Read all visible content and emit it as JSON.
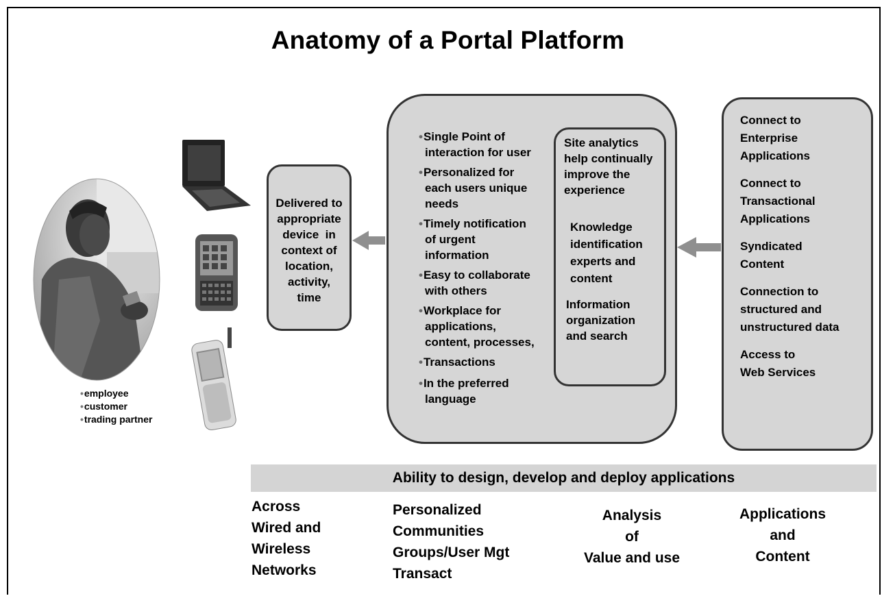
{
  "title": "Anatomy of a Portal Platform",
  "users": [
    "employee",
    "customer",
    "trading partner"
  ],
  "delivery": [
    "Delivered to",
    "appropriate",
    "device  in",
    "context of",
    "location,",
    "activity,",
    "time"
  ],
  "portal_features": [
    [
      "Single Point of",
      "interaction for user"
    ],
    [
      "Personalized for",
      "each users unique",
      "needs"
    ],
    [
      "Timely notification",
      "of urgent",
      "information"
    ],
    [
      "Easy to collaborate",
      "with others"
    ],
    [
      "Workplace for",
      "applications,",
      "content, processes,"
    ],
    [
      "Transactions"
    ],
    [
      "In the preferred",
      "language"
    ]
  ],
  "analytics": {
    "site": [
      "Site analytics",
      "help continually",
      "improve the",
      "experience"
    ],
    "knowledge": [
      "Knowledge",
      "identification",
      "experts and",
      "content"
    ],
    "information": [
      "Information",
      "organization",
      "and search"
    ]
  },
  "connections": [
    [
      "Connect to",
      "Enterprise",
      "Applications"
    ],
    [
      "Connect to",
      "Transactional",
      "Applications"
    ],
    [
      "Syndicated",
      "Content"
    ],
    [
      "Connection to",
      "structured and",
      "unstructured data"
    ],
    [
      "Access to",
      "Web Services"
    ]
  ],
  "ability_bar": "Ability to design, develop and deploy applications",
  "footer": {
    "col1": [
      "Across",
      "Wired and",
      "Wireless",
      "Networks"
    ],
    "col2": [
      "Personalized",
      "Communities",
      "Groups/User Mgt",
      "Transact"
    ],
    "col3": [
      "Analysis",
      "of",
      "Value and use"
    ],
    "col4": [
      "Applications",
      "and",
      "Content"
    ]
  },
  "icons": [
    "person-photo",
    "laptop-icon",
    "pda-icon",
    "mobile-phone-icon",
    "left-arrow-icon"
  ]
}
